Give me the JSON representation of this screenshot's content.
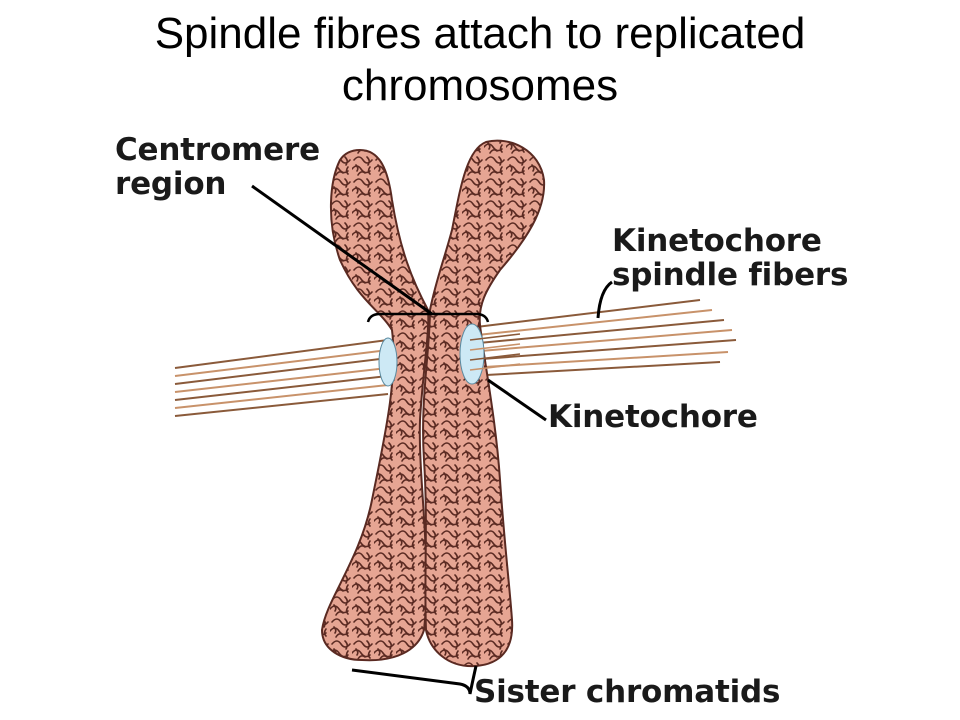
{
  "slide": {
    "title_line1": "Spindle fibres attach to replicated",
    "title_line2": "chromosomes"
  },
  "labels": {
    "centromere_line1": "Centromere",
    "centromere_line2": "region",
    "kinetochore_fibers_line1": "Kinetochore",
    "kinetochore_fibers_line2": "spindle fibers",
    "kinetochore": "Kinetochore",
    "sister_chromatids": "Sister chromatids"
  },
  "colors": {
    "chromatid_fill": "#e6a593",
    "chromatid_outline": "#5a2a22",
    "fiber_color": "#c8926a",
    "fiber_dark": "#8a5a3a",
    "kinetochore_fill": "#cde9f5",
    "leader_line": "#000000"
  }
}
